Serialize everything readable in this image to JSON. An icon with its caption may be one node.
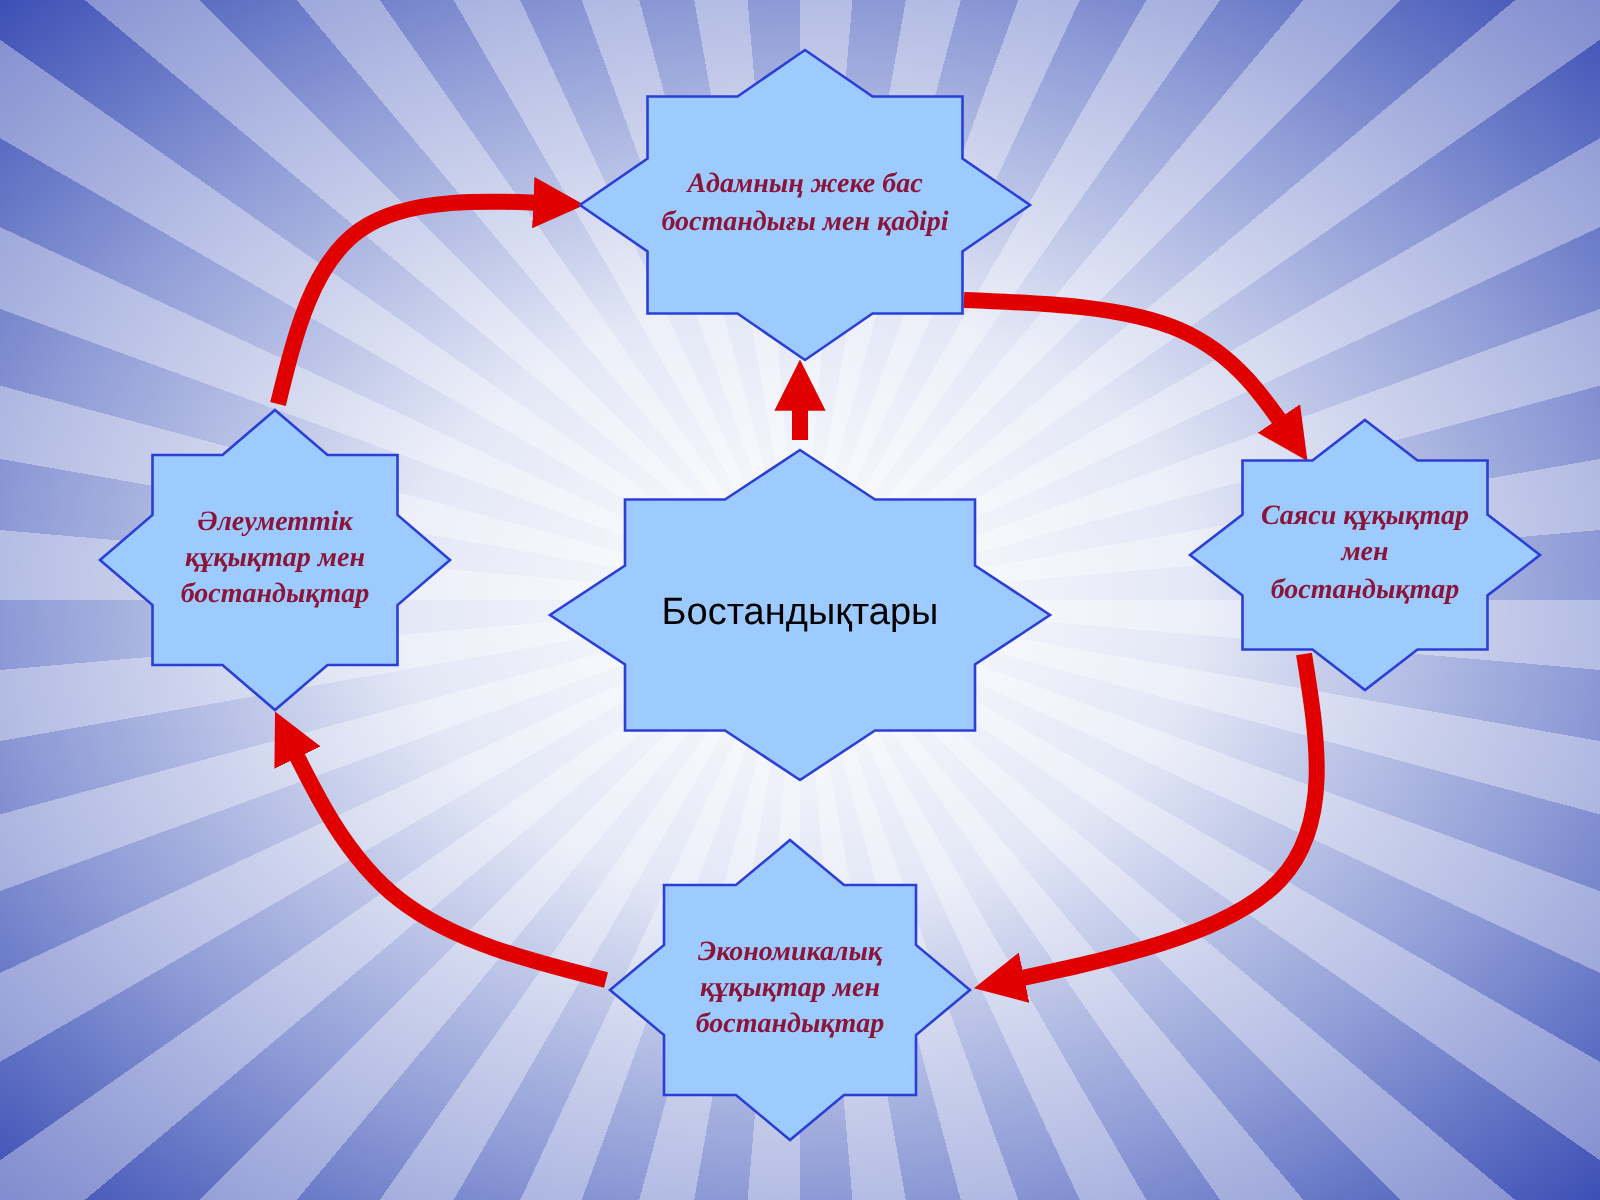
{
  "diagram": {
    "nodes": [
      {
        "text": [
          "Бостандықтары"
        ]
      },
      {
        "text": [
          "Адамның жеке бас бостандығы мен қадірі"
        ]
      },
      {
        "text": [
          "Саяси құқықтар мен бостандықтар"
        ]
      },
      {
        "text": [
          "Экономикалық құқықтар мен бостандықтар"
        ]
      },
      {
        "text": [
          "Әлеуметтік құқықтар мен бостандықтар"
        ]
      }
    ],
    "edges": [
      {
        "from": 0,
        "to": 1,
        "arrow": "to"
      },
      {
        "from": 1,
        "to": 2,
        "arrow": "to"
      },
      {
        "from": 2,
        "to": 3,
        "arrow": "to"
      },
      {
        "from": 3,
        "to": 4,
        "arrow": "to"
      },
      {
        "from": 4,
        "to": 1,
        "arrow": "to"
      }
    ]
  }
}
